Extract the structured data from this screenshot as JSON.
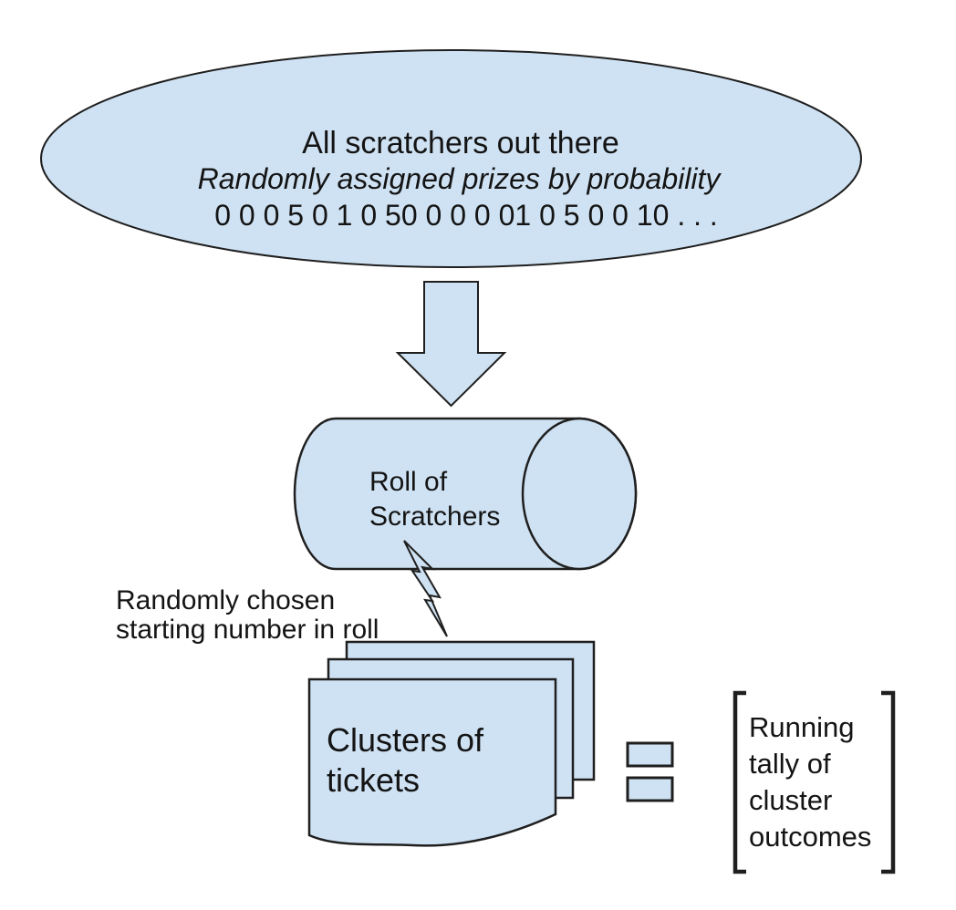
{
  "colors": {
    "shape_fill": "#cfe2f3",
    "shape_stroke": "#1f1f1f",
    "text": "#141414",
    "background": "#ffffff"
  },
  "population_ellipse": {
    "title": "All scratchers out there",
    "subtitle": "Randomly assigned prizes by probability",
    "prize_sequence": "0 0 0 5 0 1 0 50 0 0 0 01 0 5 0 0 10 . . ."
  },
  "roll_cylinder": {
    "label_line1": "Roll of",
    "label_line2": "Scratchers"
  },
  "annotation": {
    "line1": "Randomly chosen",
    "line2": "starting number in roll"
  },
  "ticket_stack": {
    "label_line1": "Clusters of",
    "label_line2": "tickets"
  },
  "tally_bracket": {
    "line1": "Running",
    "line2": "tally of",
    "line3": "cluster",
    "line4": "outcomes"
  },
  "icons": {
    "down_arrow": "down-arrow",
    "lightning_bolt": "lightning-bolt",
    "equals_sign": "equals-sign",
    "left_bracket": "left-square-bracket",
    "right_bracket": "right-square-bracket"
  }
}
